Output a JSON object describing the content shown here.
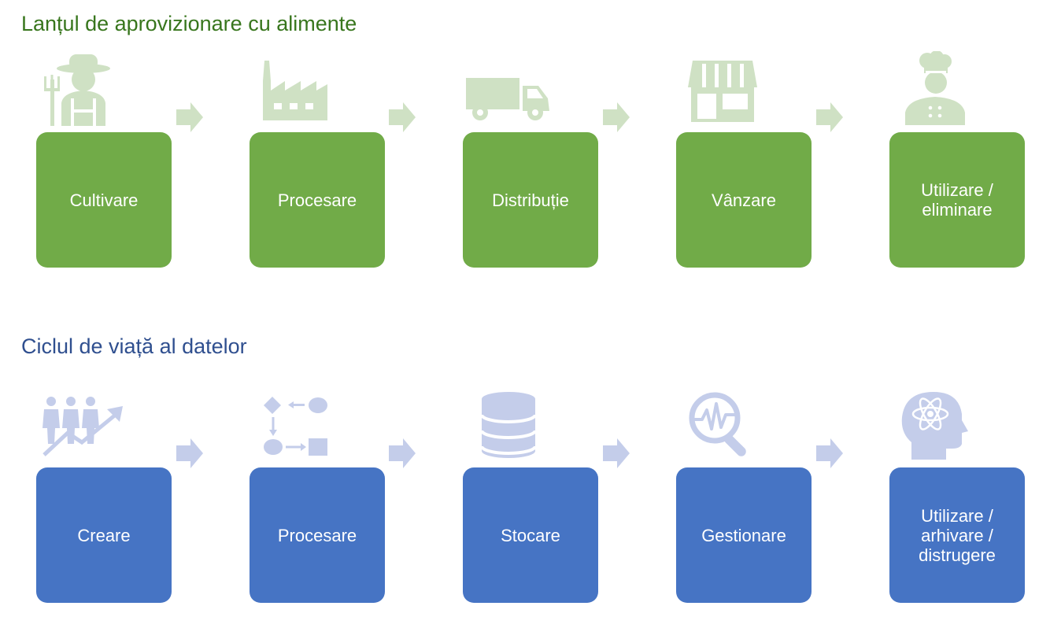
{
  "colors": {
    "food_box": "#71ab48",
    "food_icon": "#cfe1c4",
    "food_title": "#38761d",
    "data_box": "#4674c4",
    "data_icon": "#c4cdea",
    "data_title": "#2f4f8f"
  },
  "food_chain": {
    "title": "Lanțul de aprovizionare cu alimente",
    "steps": [
      {
        "label": "Cultivare",
        "icon": "farmer-icon"
      },
      {
        "label": "Procesare",
        "icon": "factory-icon"
      },
      {
        "label": "Distribuție",
        "icon": "truck-icon"
      },
      {
        "label": "Vânzare",
        "icon": "shop-icon"
      },
      {
        "label": "Utilizare /\neliminare",
        "icon": "chef-icon"
      }
    ]
  },
  "data_lifecycle": {
    "title": "Ciclul de viață al datelor",
    "steps": [
      {
        "label": "Creare",
        "icon": "people-growth-icon"
      },
      {
        "label": "Procesare",
        "icon": "flowchart-icon"
      },
      {
        "label": "Stocare",
        "icon": "database-icon"
      },
      {
        "label": "Gestionare",
        "icon": "magnifier-pulse-icon"
      },
      {
        "label": "Utilizare /\narhivare /\ndistrugere",
        "icon": "head-atom-icon"
      }
    ]
  }
}
